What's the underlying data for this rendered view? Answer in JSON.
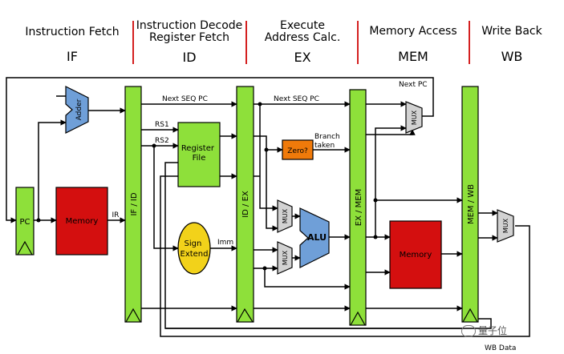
{
  "stages": [
    {
      "name": "Instruction Fetch",
      "abbr": "IF"
    },
    {
      "name": "Instruction Decode\nRegister Fetch",
      "abbr": "ID"
    },
    {
      "name": "Execute\nAddress Calc.",
      "abbr": "EX"
    },
    {
      "name": "Memory Access",
      "abbr": "MEM"
    },
    {
      "name": "Write Back",
      "abbr": "WB"
    }
  ],
  "registers": {
    "pc": "PC",
    "if_id": "IF / ID",
    "id_ex": "ID / EX",
    "ex_mem": "EX / MEM",
    "mem_wb": "MEM / WB"
  },
  "blocks": {
    "adder": "Adder",
    "instr_memory": "Memory",
    "register_file": "Register\nFile",
    "sign_extend": "Sign\nExtend",
    "zero": "Zero?",
    "alu": "ALU",
    "data_memory": "Memory",
    "mux": "MUX"
  },
  "labels": {
    "ir": "IR",
    "rs1": "RS1",
    "rs2": "RS2",
    "imm": "Imm",
    "next_seq_pc_1": "Next SEQ PC",
    "next_seq_pc_2": "Next SEQ PC",
    "next_pc": "Next PC",
    "branch_taken": "Branch\ntaken",
    "wb_data": "WB Data"
  },
  "watermark": "量子位",
  "colors": {
    "green": "#8ee03a",
    "red": "#d40f0f",
    "blue": "#6f9fd8",
    "orange": "#f07a0a",
    "yellow": "#f2d21a",
    "mux_gray": "#d2d2d2",
    "divider": "#d42020"
  }
}
